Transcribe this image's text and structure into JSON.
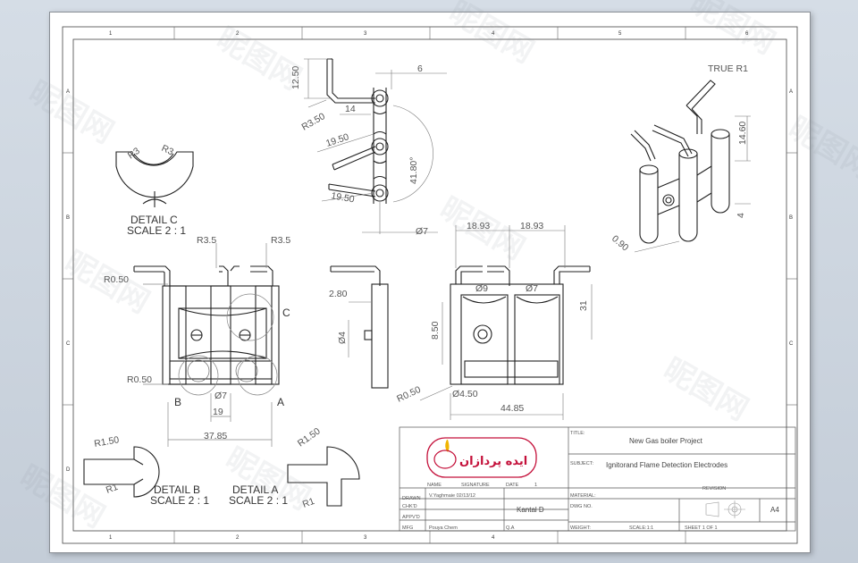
{
  "colors": {
    "line": "#222222",
    "dim": "#777777",
    "sheet": "#ffffff",
    "background": "#c9d2dc",
    "logo_red": "#c4103a"
  },
  "sheet": {
    "col_zones": [
      "1",
      "2",
      "3",
      "4",
      "5",
      "6"
    ],
    "row_zones": [
      "A",
      "B",
      "C",
      "D"
    ]
  },
  "views": {
    "detail_c": {
      "title": "DETAIL C",
      "scale": "SCALE 2 : 1",
      "r_left": "R3",
      "r_right": "R3"
    },
    "detail_b": {
      "title": "DETAIL B",
      "scale": "SCALE 2 : 1",
      "r_top": "R1.50",
      "r_bottom": "R1"
    },
    "detail_a": {
      "title": "DETAIL A",
      "scale": "SCALE 2 : 1",
      "r_top": "R1.50",
      "r_bottom": "R1"
    },
    "iso": {
      "label": "TRUE R1",
      "dim1": "14.60",
      "dim2": "4",
      "dim3": "0.90"
    }
  },
  "dims": {
    "top_12_50": "12.50",
    "top_6": "6",
    "top_r3_50": "R3.50",
    "top_14": "14",
    "top_19_50a": "19.50",
    "top_19_50b": "19.50",
    "top_angle": "41.80°",
    "top_dia7": "Ø7",
    "front_r3_5_left": "R3.5",
    "front_r3_5_right": "R3.5",
    "front_r0_50_top": "R0.50",
    "front_r0_50_bottom": "R0.50",
    "front_c": "C",
    "front_b": "B",
    "front_a": "A",
    "front_dia7": "Ø7",
    "front_19": "19",
    "front_37_85": "37.85",
    "side_2_80": "2.80",
    "side_dia4": "Ø4",
    "right_18_93a": "18.93",
    "right_18_93b": "18.93",
    "right_dia9": "Ø9",
    "right_dia7": "Ø7",
    "right_8_50": "8.50",
    "right_31": "31",
    "right_r0_50": "R0.50",
    "right_dia4_50": "Ø4.50",
    "right_44_85": "44.85"
  },
  "title_block": {
    "logo_text": "ایده پردازان",
    "project": "New Gas boiler Project",
    "part": "Ignitorand Flame Detection Electrodes",
    "drawn_label": "DRAWN",
    "drawn_value": "V.Yaghmaie 02/13/12",
    "chkd_label": "CHK'D",
    "appvd_label": "APPV'D",
    "mfg_label": "MFG",
    "mfg_value": "Pouya Chem",
    "material": "Kantal D",
    "material_label": "MATERIAL:",
    "size": "A4",
    "name_label": "NAME",
    "signature_label": "SIGNATURE",
    "date_label": "DATE",
    "title_label": "TITLE:",
    "subject_label": "SUBJECT:",
    "dwg_label": "DWG NO.",
    "weight_label": "WEIGHT:",
    "scale_label": "SCALE:1:1",
    "sheet_label": "SHEET 1 OF 1",
    "revision_label": "REVISION",
    "qa_label": "Q.A",
    "no1": "1"
  },
  "watermark": {
    "text": "昵图网"
  }
}
